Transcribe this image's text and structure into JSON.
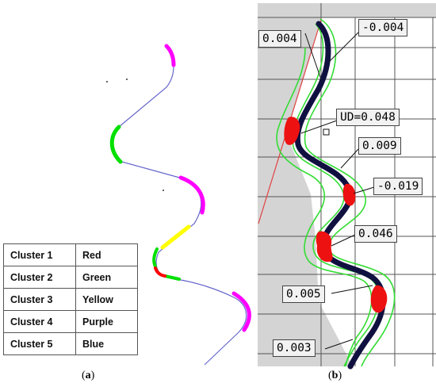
{
  "legend": {
    "rows": [
      {
        "cluster": "Cluster 1",
        "color": "Red"
      },
      {
        "cluster": "Cluster 2",
        "color": "Green"
      },
      {
        "cluster": "Cluster 3",
        "color": "Yellow"
      },
      {
        "cluster": "Cluster 4",
        "color": "Purple"
      },
      {
        "cluster": "Cluster 5",
        "color": "Blue"
      }
    ]
  },
  "captions": {
    "a": "a",
    "b": "b"
  },
  "panel_b": {
    "labels": [
      "0.004",
      "-0.004",
      "UD=0.048",
      "0.009",
      "-0.019",
      "0.046",
      "0.005",
      "0.003"
    ]
  },
  "colors": {
    "red": "#ff0000",
    "green": "#00e000",
    "yellow": "#ffff00",
    "purple": "#ff00ff",
    "blue": "#5555cc",
    "dark_blue": "#101040",
    "envelope_green": "#33dd33",
    "panel_gray": "#d4d4d4"
  }
}
